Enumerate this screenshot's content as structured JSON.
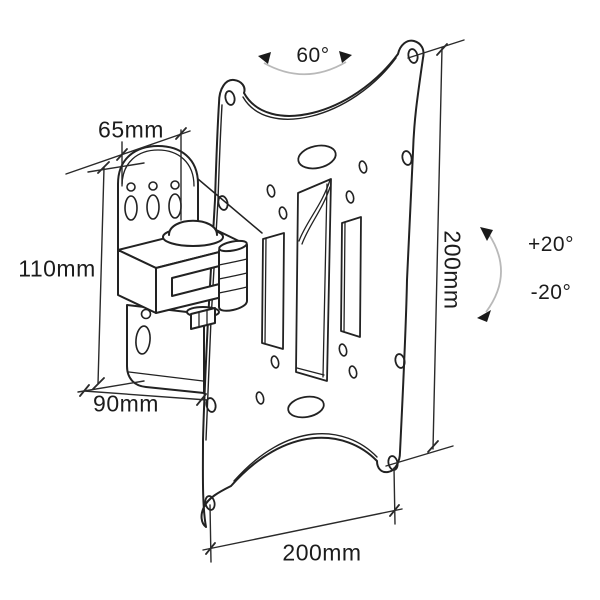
{
  "figure": {
    "subject": "Tilt and swivel TV wall mount bracket — dimensioned technical line drawing",
    "colors": {
      "line": "#222222",
      "dimension_line": "#2a2a2a",
      "rotation_arc": "#b9b9b9",
      "background": "#ffffff",
      "text": "#1c1c1c"
    },
    "labels": {
      "swivel_angle": "60°",
      "tilt_up": "+20°",
      "tilt_down": "-20°",
      "plate_height": "200mm",
      "plate_width": "200mm",
      "wall_plate_width": "65mm",
      "wall_plate_height": "110mm",
      "arm_depth": "90mm"
    }
  }
}
